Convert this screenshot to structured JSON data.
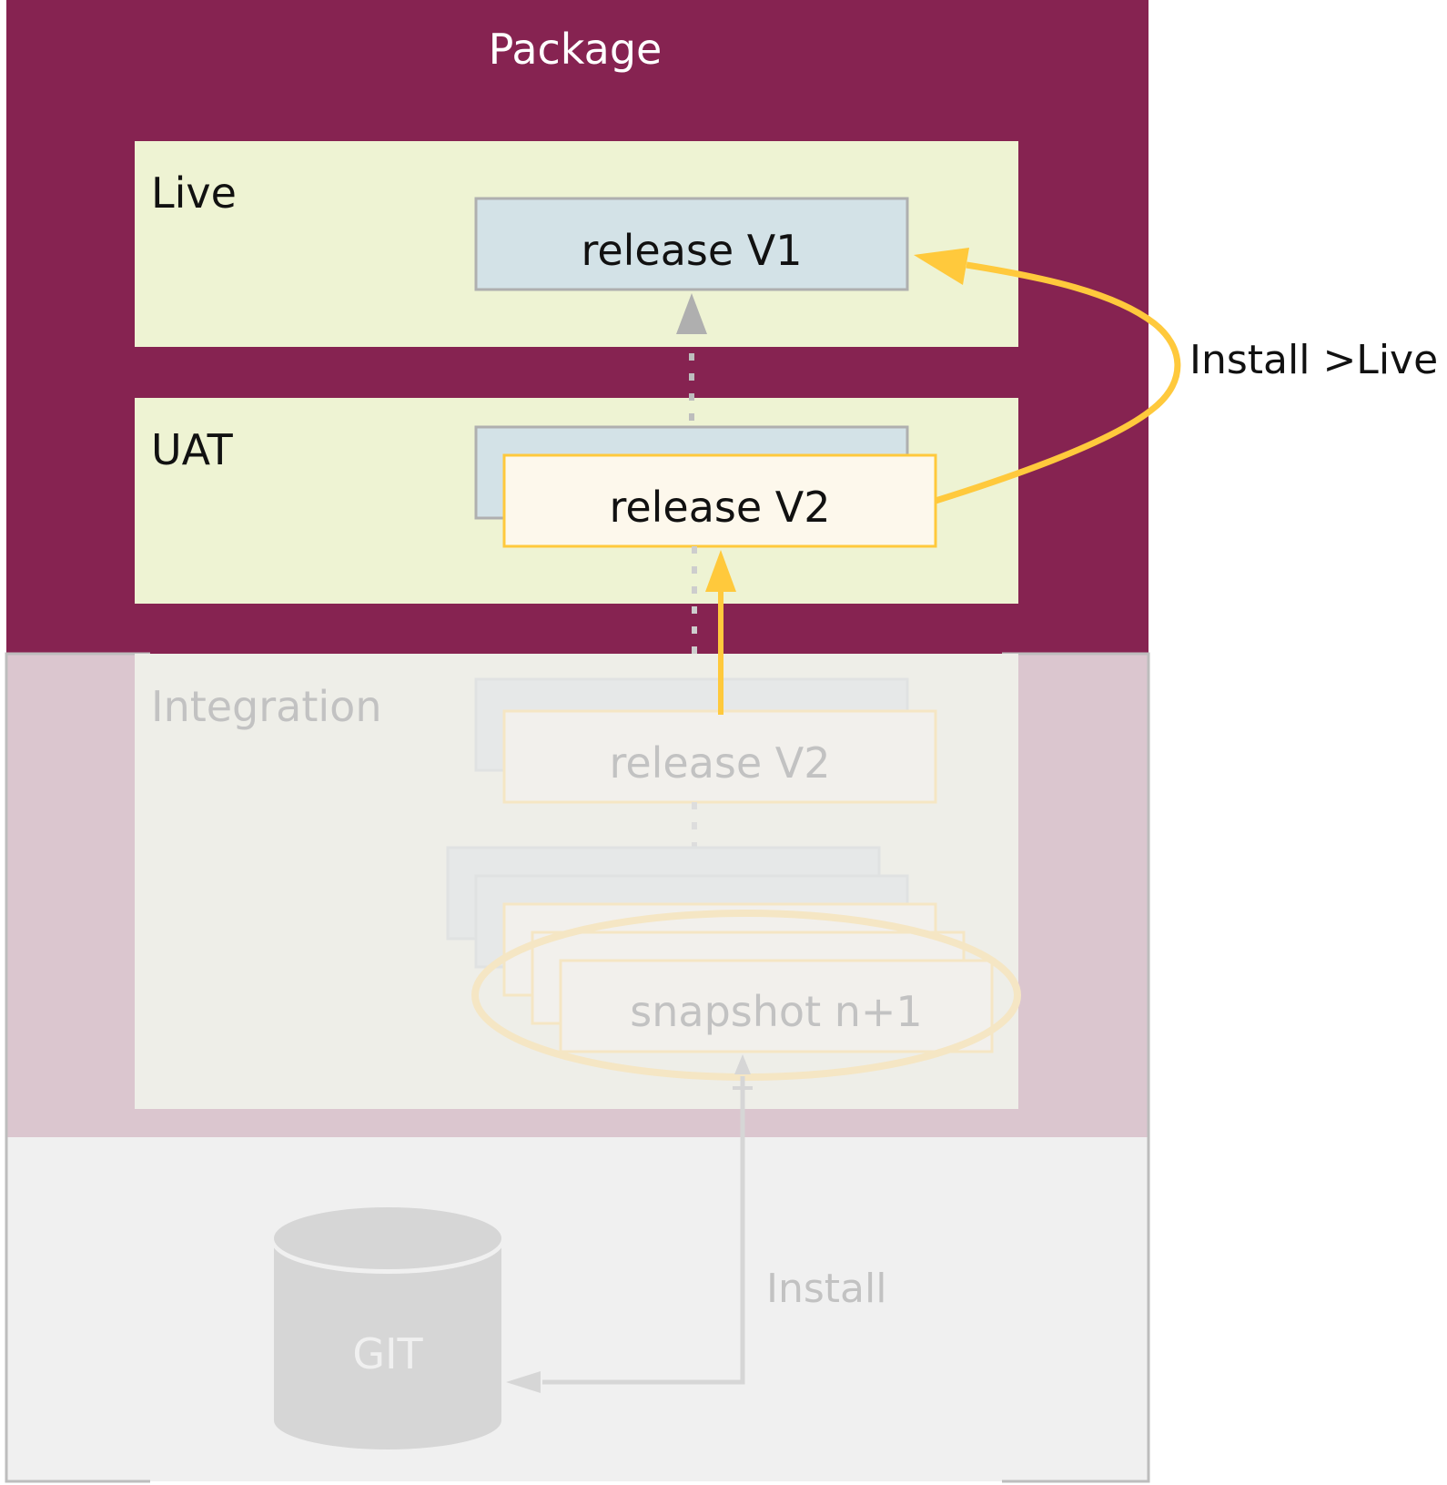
{
  "package": {
    "title": "Package"
  },
  "environments": {
    "live": {
      "label": "Live",
      "release": "release V1"
    },
    "uat": {
      "label": "UAT",
      "release": "release V2"
    },
    "integration": {
      "label": "Integration",
      "release": "release V2",
      "snapshot": "snapshot n+1"
    }
  },
  "repository": {
    "label": "GIT"
  },
  "arrows": {
    "install_live": "Install >Live",
    "install": "Install"
  },
  "colors": {
    "package": "#862351",
    "env_panel": "#EEF3D3",
    "release_box": "#D3E2E7",
    "highlight": "#FFC93C",
    "highlight_fill": "#FDF8EC",
    "muted": "#BDBDBD"
  }
}
